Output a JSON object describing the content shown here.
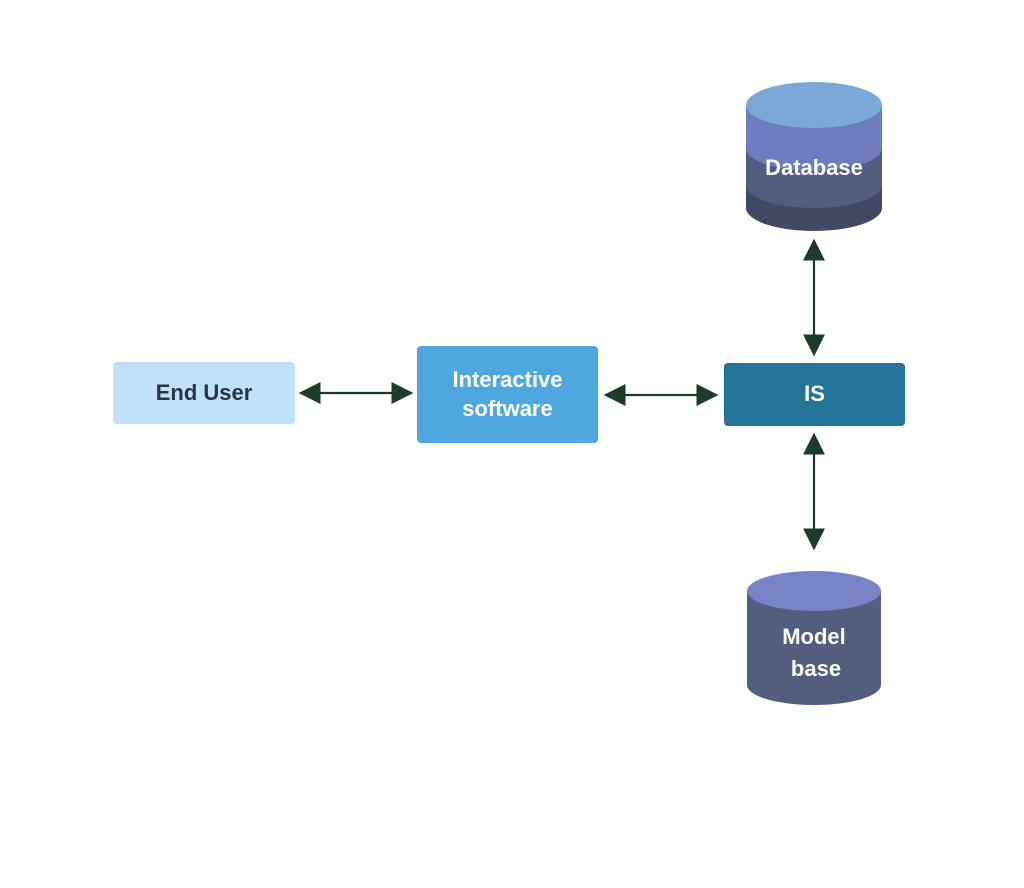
{
  "nodes": {
    "end_user": {
      "label": "End User"
    },
    "interactive": {
      "line1": "Interactive",
      "line2": "software"
    },
    "is": {
      "label": "IS"
    },
    "database": {
      "label": "Database"
    },
    "model_base": {
      "line1": "Model",
      "line2": "base"
    }
  },
  "colors": {
    "end_user_fill": "#bfe2fa",
    "end_user_text": "#2a3440",
    "interactive_fill": "#4ea8df",
    "is_fill": "#247398",
    "node_text_light": "#ffffff",
    "db_top": "#7aa9d8",
    "db_band1": "#6f7cbf",
    "db_band2": "#525d80",
    "db_band3": "#434962",
    "mb_top": "#7683c7",
    "mb_body": "#535e7f",
    "arrow": "#1e3a28"
  }
}
